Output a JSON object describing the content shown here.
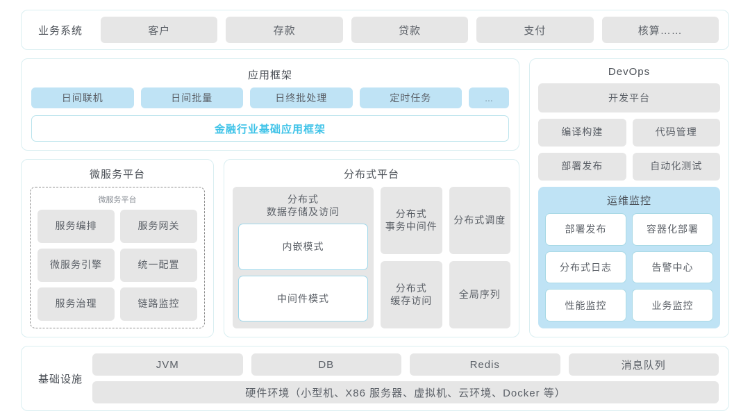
{
  "colors": {
    "panel_border": "#d9eef1",
    "chip_gray": "#e6e6e6",
    "chip_blue": "#bfe3f5",
    "accent_cyan": "#3fc3e8",
    "text": "#5a5f66"
  },
  "business": {
    "label": "业务系统",
    "items": [
      "客户",
      "存款",
      "贷款",
      "支付",
      "核算……"
    ]
  },
  "app_framework": {
    "title": "应用框架",
    "chips": [
      "日间联机",
      "日间批量",
      "日终批处理",
      "定时任务"
    ],
    "more": "...",
    "foundation_bar": "金融行业基础应用框架"
  },
  "micro_platform": {
    "title": "微服务平台",
    "inner_title": "微服务平台",
    "items": [
      "服务编排",
      "服务网关",
      "微服务引擎",
      "统一配置",
      "服务治理",
      "链路监控"
    ]
  },
  "dist_platform": {
    "title": "分布式平台",
    "storage": {
      "caption": "分布式\n数据存储及访问",
      "caption_line1": "分布式",
      "caption_line2": "数据存储及访问",
      "modes": [
        "内嵌模式",
        "中间件模式"
      ]
    },
    "cells": [
      {
        "line1": "分布式",
        "line2": "事务中间件"
      },
      {
        "line1": "分布式调度",
        "line2": ""
      },
      {
        "line1": "分布式",
        "line2": "缓存访问"
      },
      {
        "line1": "全局序列",
        "line2": ""
      }
    ]
  },
  "devops": {
    "title": "DevOps",
    "platform": "开发平台",
    "items": [
      "编译构建",
      "代码管理",
      "部署发布",
      "自动化测试"
    ],
    "ops": {
      "title": "运维监控",
      "items": [
        "部署发布",
        "容器化部署",
        "分布式日志",
        "告警中心",
        "性能监控",
        "业务监控"
      ]
    }
  },
  "infrastructure": {
    "label": "基础设施",
    "items": [
      "JVM",
      "DB",
      "Redis",
      "消息队列"
    ],
    "hardware": "硬件环境（小型机、X86 服务器、虚拟机、云环境、Docker 等）"
  }
}
